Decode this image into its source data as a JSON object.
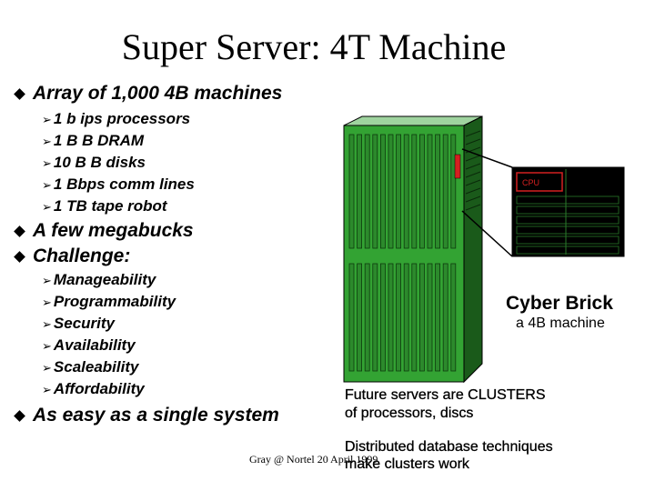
{
  "title": "Super Server: 4T Machine",
  "bullets": {
    "b1": "Array of 1,000 4B machines",
    "b1_sub": [
      "1 b ips processors",
      "1 B B DRAM",
      "10 B B disks",
      "1 Bbps comm lines",
      "1 TB tape robot"
    ],
    "b2": "A few megabucks",
    "b3": "Challenge:",
    "b3_sub": [
      "Manageability",
      "Programmability",
      "Security",
      "Availability",
      "Scaleability",
      "Affordability"
    ],
    "b4": "As easy as a single system"
  },
  "figure": {
    "cpu_label": "CPU",
    "brick_title": "Cyber Brick",
    "brick_subtitle": "a 4B machine"
  },
  "notes": {
    "future_line1": "Future servers are CLUSTERS",
    "future_line2": "of processors, discs",
    "distributed_line1": "Distributed database techniques",
    "distributed_line2": "make clusters work"
  },
  "footer": "Gray @ Nortel 20 April 1999",
  "colors": {
    "cabinet_front": "#33a333",
    "cabinet_side": "#1a5a1a",
    "brick_fill": "#000000",
    "cpu_box": "#d42020"
  }
}
